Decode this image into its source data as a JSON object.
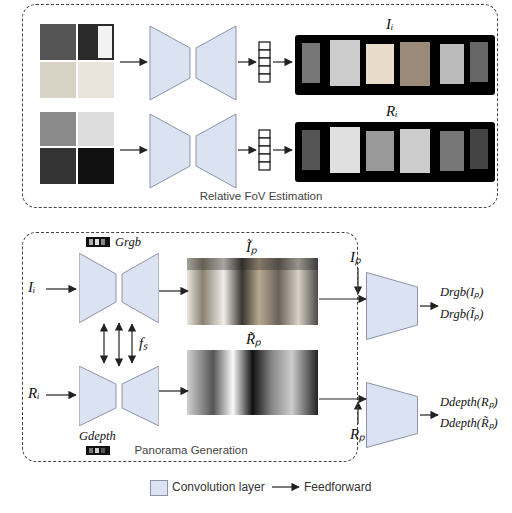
{
  "diagram": {
    "nodes": [
      {
        "text": [
          "Relative FoV Estimation"
        ]
      },
      {
        "text": [
          "Iᵢ"
        ],
        "in": 0
      },
      {
        "text": [
          "Rᵢ"
        ],
        "in": 0
      },
      {
        "text": [
          "Panorama Generation"
        ]
      },
      {
        "text": [
          "Grgb"
        ],
        "in": 3
      },
      {
        "text": [
          "Ĩₚ"
        ],
        "in": 3
      },
      {
        "text": [
          "Gdepth"
        ],
        "in": 3
      },
      {
        "text": [
          "R̃ₚ"
        ],
        "in": 3
      },
      {
        "text": [
          "Drgb(Iₚ)",
          "Drgb(Ĩₚ)"
        ]
      },
      {
        "text": [
          "Ddepth(Rₚ)",
          "Ddepth(R̃ₚ)"
        ]
      }
    ],
    "edges": [
      {
        "from": 4,
        "to": 5,
        "arrow": "to"
      },
      {
        "from": 5,
        "to": 8,
        "arrow": "to"
      },
      {
        "from": 6,
        "to": 7,
        "arrow": "to"
      },
      {
        "from": 7,
        "to": 9,
        "arrow": "to"
      },
      {
        "from": 4,
        "to": 6,
        "label": "fₛ",
        "arrow": "both"
      }
    ],
    "labels": [
      "Iᵢ",
      "Rᵢ",
      "Iₚ",
      "Rₚ"
    ],
    "legend": [
      {
        "text": "Convolution layer",
        "color": "#dbe2f1"
      },
      {
        "text": "Feedforward"
      }
    ]
  }
}
